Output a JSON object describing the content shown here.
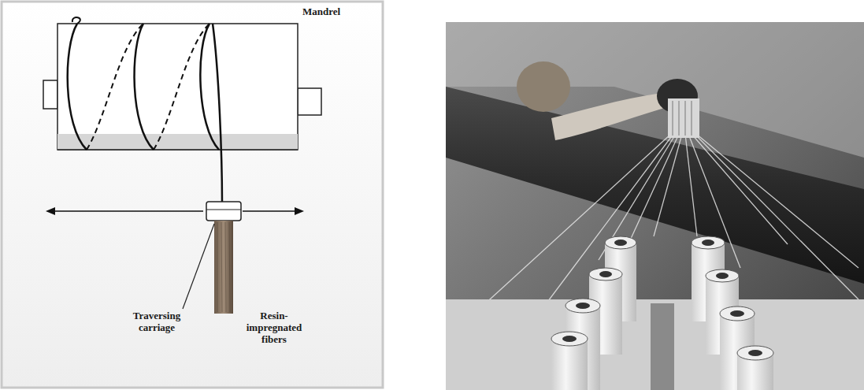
{
  "diagram": {
    "labels": [
      "Mandrel",
      "Traversing carriage",
      "Resin-impregnated fibers"
    ]
  }
}
